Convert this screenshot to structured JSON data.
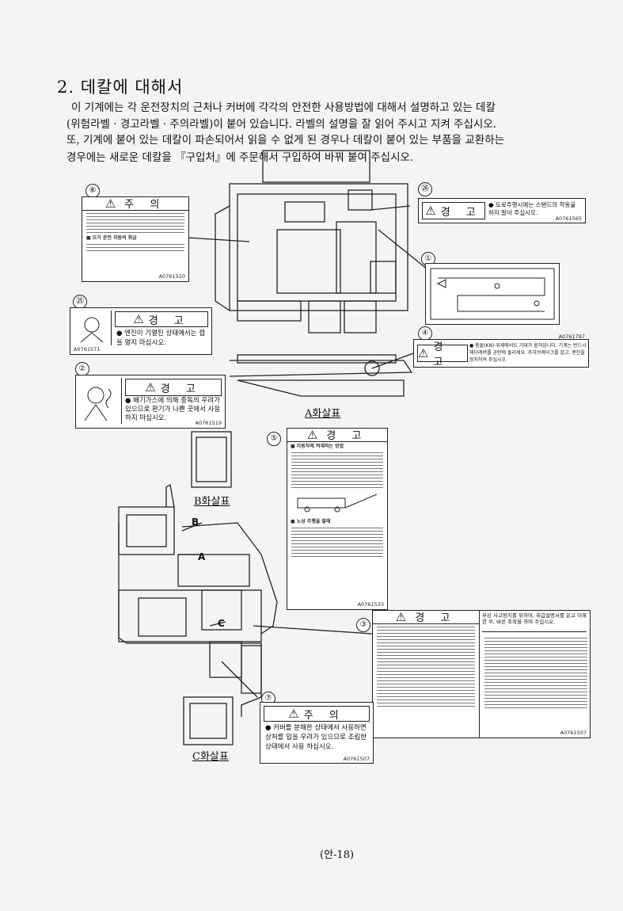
{
  "section": {
    "heading": "2. 데칼에 대해서",
    "intro_lines": [
      "이 기계에는 각 운전장치의 근처나 커버에 각각의 안전한 사용방법에 대해서 설명하고 있는 데칼",
      "(위험라벨 · 경고라벨 · 주의라벨)이 붙어 있습니다. 라벨의 설명을 잘 읽어 주시고 지켜 주십시오.",
      "또, 기계에 붙어 있는 데칼이 파손되어서 읽을 수 없게 된 경우나 데칼이 붙어 있는 부품을 교환하는",
      "경우에는 새로운 데칼을 『구입처』에 주문해서 구입하여 바꿔 붙여 주십시오."
    ]
  },
  "labels": {
    "l8": {
      "num": "⑧",
      "title": "주 의",
      "sub1": "■ 오거 운전 자동의 취급",
      "code": "A0761510"
    },
    "l26": {
      "num": "㉖",
      "title": "경 고",
      "text": "● 도로주행시에는 스탠드의 작동을 하지 말아 주십시오.",
      "code": "A0761565"
    },
    "l1": {
      "num": "①"
    },
    "l25": {
      "num": "㉕",
      "title": "경 고",
      "text": "● 엔진이 기열된 상태에서는 캡을 열지 마십시오.",
      "code": "A0761571"
    },
    "l4": {
      "num": "④",
      "title": "경 고",
      "text": "● 충돌(KN)·위제에서도 기대가 움직입니다. 기계는 반드시 헤더레버를 공란에 돌리세요. 주차브레이크를 걸고, 엔진을 정지하여 주십시오.",
      "code": "A0761797"
    },
    "l2": {
      "num": "②",
      "title": "경 고",
      "text": "● 배기가스에 의해 중독의 우려가 있으므로 환기가 나쁜 곳에서 사용하지 마십시오.",
      "code": "A0761519"
    },
    "l5": {
      "num": "⑤",
      "title": "경 고",
      "sub1": "■ 자동차에 적재하는 방법",
      "sub2": "■ 노상 주행을 할때",
      "code": "A0761533"
    },
    "l3": {
      "num": "③",
      "title": "경 고",
      "side_title": "부상 사고방지를 위하여, 취급설명서를 읽고 이해한 후, 바른 조작을 하여 주십시오.",
      "code": "A0761507"
    },
    "l7": {
      "num": "⑦",
      "title": "주 의",
      "text": "● 커버를 분해한 상태에서 사용하면 상처를 입을 우려가 있으므로 조립한 상태에서 사용 하십시오.",
      "code": "A0761507"
    }
  },
  "captions": {
    "a": "A화살표",
    "b": "B화살표",
    "c": "C화살표"
  },
  "arrow_letters": {
    "a": "A",
    "b": "B",
    "c": "C"
  },
  "page_number": "(안-18)"
}
